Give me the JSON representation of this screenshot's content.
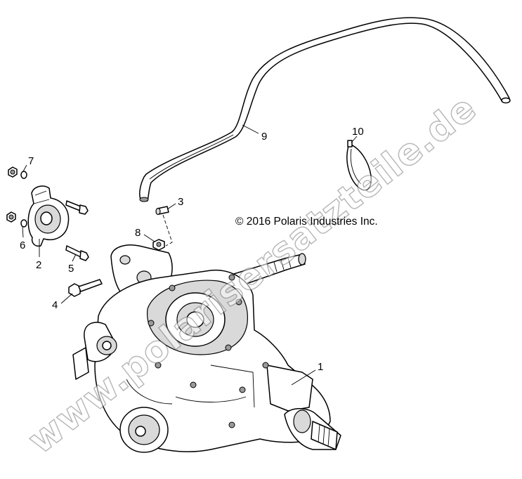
{
  "copyright": "© 2016 Polaris Industries Inc.",
  "watermark": "www.polarisersatzteile.de",
  "callouts": [
    {
      "id": "1",
      "label": "1"
    },
    {
      "id": "2",
      "label": "2"
    },
    {
      "id": "3",
      "label": "3"
    },
    {
      "id": "4",
      "label": "4"
    },
    {
      "id": "5",
      "label": "5"
    },
    {
      "id": "6",
      "label": "6"
    },
    {
      "id": "7",
      "label": "7"
    },
    {
      "id": "8",
      "label": "8"
    },
    {
      "id": "9",
      "label": "9"
    },
    {
      "id": "10",
      "label": "10"
    }
  ]
}
